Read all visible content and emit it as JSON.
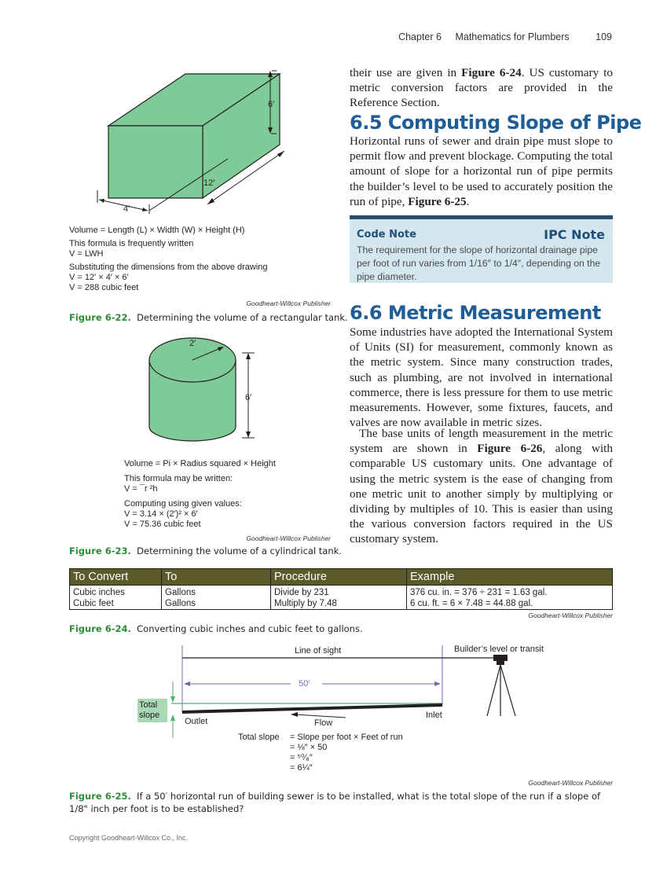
{
  "header": {
    "chapter": "Chapter 6",
    "title": "Mathematics for Plumbers",
    "page": "109"
  },
  "fig22": {
    "dim_height": "6′",
    "dim_length": "12′",
    "dim_width": "4′",
    "lines": [
      "Volume = Length (L) × Width (W) × Height (H)",
      "This formula is frequently written",
      "V = LWH",
      "Substituting the dimensions from the above drawing",
      "V = 12′ × 4′ × 6′",
      "V = 288 cubic feet"
    ],
    "credit": "Goodheart-Willcox Publisher",
    "caption_label": "Figure 6-22.",
    "caption_text": "Determining the volume of a rectangular tank."
  },
  "fig23": {
    "dim_radius": "2′",
    "dim_height": "6′",
    "lines": [
      "Volume = Pi × Radius squared × Height",
      "This formula may be written:",
      "V = ¯r ²h",
      "Computing using given values:",
      "V = 3.14 × (2′)² × 6′",
      "V = 75.36 cubic feet"
    ],
    "credit": "Goodheart-Willcox Publisher",
    "caption_label": "Figure 6-23.",
    "caption_text": "Determining the volume of a cylindrical tank."
  },
  "intro": {
    "pre": "their use are given in ",
    "ref": "Figure 6-24",
    "post": ". US customary to metric conversion factors are provided in the Reference Section."
  },
  "section65": {
    "heading": "6.5 Computing Slope of Pipe",
    "pre": "Horizontal runs of sewer and drain pipe must slope to permit flow and prevent blockage. Computing the total amount of slope for a horizontal run of pipe permits the builder’s level to be used to accurately position the run of pipe, ",
    "ref": "Figure 6-25",
    "post": "."
  },
  "code_note": {
    "title": "Code Note",
    "tag": "IPC Note",
    "body": "The requirement for the slope of horizontal drainage pipe per foot of run varies from 1/16″ to 1/4″, depending on the pipe diameter."
  },
  "section66": {
    "heading": "6.6 Metric Measurement",
    "p1": "Some industries have adopted the International System of Units (SI) for measurement, commonly known as the metric system. Since many construction trades, such as plumbing, are not involved in international commerce, there is less pressure for them to use metric measurements. However, some fixtures, faucets, and valves are now available in metric sizes.",
    "p2_pre": "The base units of length measurement in the metric system are shown in ",
    "p2_ref": "Figure 6-26",
    "p2_post": ", along with comparable US customary units. One advantage of using the metric system is the ease of changing from one metric unit to another simply by multiplying or dividing by multiples of 10. This is easier than using the various conversion factors required in the US customary system."
  },
  "table": {
    "headers": [
      "To Convert",
      "To",
      "Procedure",
      "Example"
    ],
    "rows": [
      [
        "Cubic inches",
        "Gallons",
        "Divide by 231",
        "376 cu. in. = 376 ÷ 231 = 1.63 gal."
      ],
      [
        "Cubic feet",
        "Gallons",
        "Multiply by 7.48",
        "6 cu. ft. = 6 × 7.48 = 44.88 gal."
      ]
    ],
    "credit": "Goodheart-Willcox Publisher",
    "caption_label": "Figure 6-24.",
    "caption_text": "Converting cubic inches and cubic feet to gallons."
  },
  "fig25": {
    "line_of_sight": "Line of sight",
    "builders_level": "Builder’s level or transit",
    "run": "50′",
    "total_slope_box": [
      "Total",
      "slope"
    ],
    "outlet": "Outlet",
    "flow": "Flow",
    "inlet": "Inlet",
    "equation_label": "Total slope",
    "equation_lines": [
      "=   Slope per foot × Feet of run",
      "=   ⅛″ × 50",
      "=   ⁵⁰⁄₈″",
      "=   6¼″"
    ],
    "credit": "Goodheart-Willcox Publisher",
    "caption_label": "Figure 6-25.",
    "caption_text": "If a 50′ horizontal run of building sewer is to be installed, what is the total slope of the run if a slope of 1/8\" inch per foot is to be established?"
  },
  "footer": "Copyright Goodheart-Willcox Co., Inc.",
  "colors": {
    "tank_green": "#7fcb98",
    "heading_blue": "#1f5d96",
    "caption_green": "#2e8b3a",
    "table_header": "#5a5a2a",
    "note_bg": "#d4e7ee"
  }
}
